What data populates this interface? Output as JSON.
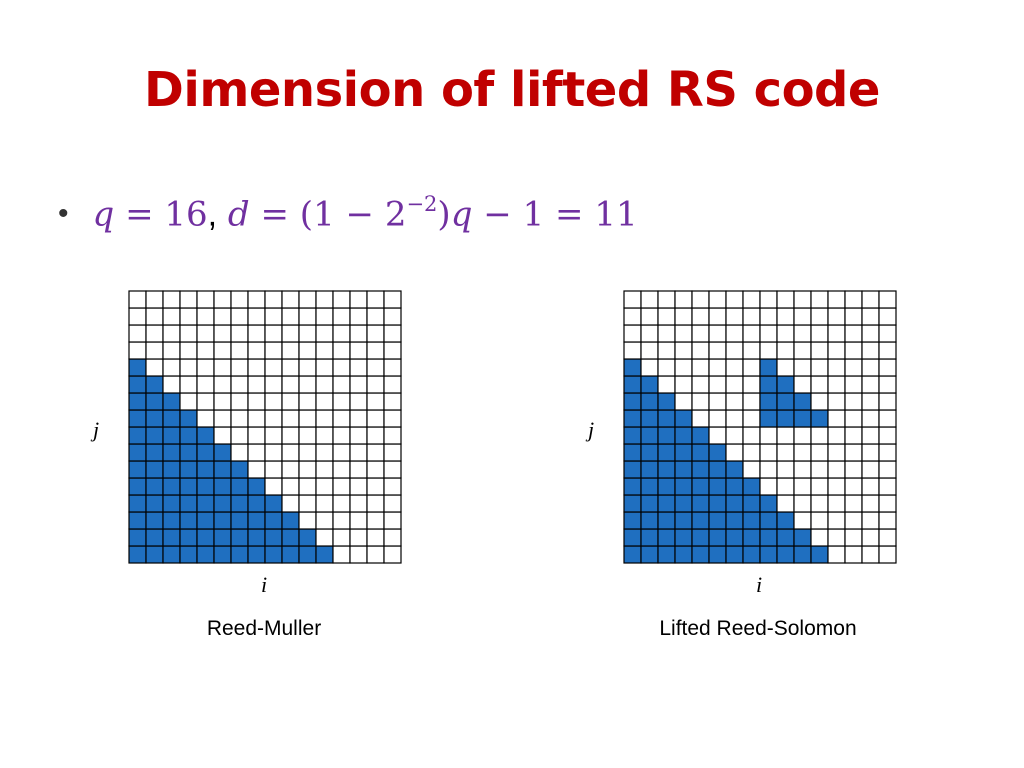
{
  "slide": {
    "title": "Dimension of lifted RS code",
    "bullet": {
      "parts": {
        "q_var": "q",
        "eq1": " = ",
        "q_val": "16",
        "comma": ",",
        "d_var": "d",
        "eq2": " = (",
        "one": "1",
        "minus1": " − ",
        "two": "2",
        "exp": "−2",
        "close": ")",
        "q_var2": "q",
        "minus2": " − ",
        "one2": "1",
        "eq3": " = ",
        "d_val": "11"
      }
    },
    "grids": [
      {
        "caption": "Reed-Muller",
        "x_label": "i",
        "y_label": "j",
        "size": 16,
        "filled_cols_by_row_from_bottom": [
          12,
          11,
          10,
          9,
          8,
          7,
          6,
          5,
          4,
          3,
          2,
          1,
          0,
          0,
          0,
          0
        ]
      },
      {
        "caption": "Lifted Reed-Solomon",
        "x_label": "i",
        "y_label": "j",
        "size": 16,
        "filled_cols_by_row_from_bottom": [
          12,
          11,
          10,
          9,
          8,
          7,
          6,
          5,
          4,
          3,
          2,
          1,
          0,
          0,
          0,
          0
        ],
        "extra_filled": [
          {
            "row_from_bottom": 8,
            "cols": [
              8,
              9,
              10,
              11
            ]
          },
          {
            "row_from_bottom": 9,
            "cols": [
              8,
              9,
              10
            ]
          },
          {
            "row_from_bottom": 10,
            "cols": [
              8,
              9
            ]
          },
          {
            "row_from_bottom": 11,
            "cols": [
              8
            ]
          }
        ]
      }
    ]
  },
  "colors": {
    "title": "#C00000",
    "math": "#7030A0",
    "fill": "#1F6FC0",
    "grid_line": "#000000",
    "bullet": "#333333"
  }
}
